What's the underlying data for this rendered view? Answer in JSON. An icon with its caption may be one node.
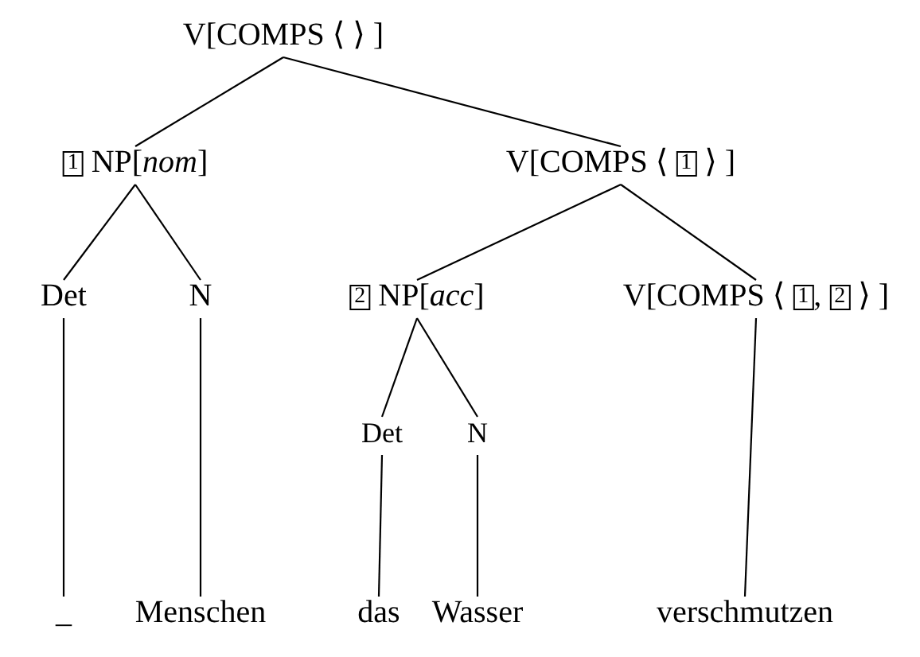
{
  "diagram": {
    "nodes": [
      {
        "text": [
          "V[COMPS ⟨ ⟩ ]"
        ]
      },
      {
        "text": [
          "1⃞ NP[*nom*]"
        ]
      },
      {
        "text": [
          "V[COMPS ⟨ 1⃞ ⟩ ]"
        ]
      },
      {
        "text": [
          "Det"
        ]
      },
      {
        "text": [
          "N"
        ]
      },
      {
        "text": [
          "2⃞ NP[*acc*]"
        ]
      },
      {
        "text": [
          "V[COMPS ⟨ 1⃞, 2⃞ ⟩ ]"
        ]
      },
      {
        "text": [
          "Det"
        ]
      },
      {
        "text": [
          "N"
        ]
      },
      {
        "text": [
          "_"
        ]
      },
      {
        "text": [
          "Menschen"
        ]
      },
      {
        "text": [
          "das"
        ]
      },
      {
        "text": [
          "Wasser"
        ]
      },
      {
        "text": [
          "verschmutzen"
        ]
      }
    ],
    "edges": [
      {
        "from": 0,
        "to": 1,
        "arrow": "none"
      },
      {
        "from": 0,
        "to": 2,
        "arrow": "none"
      },
      {
        "from": 1,
        "to": 3,
        "arrow": "none"
      },
      {
        "from": 1,
        "to": 4,
        "arrow": "none"
      },
      {
        "from": 2,
        "to": 5,
        "arrow": "none"
      },
      {
        "from": 2,
        "to": 6,
        "arrow": "none"
      },
      {
        "from": 3,
        "to": 9,
        "arrow": "none"
      },
      {
        "from": 4,
        "to": 10,
        "arrow": "none"
      },
      {
        "from": 5,
        "to": 7,
        "arrow": "none"
      },
      {
        "from": 5,
        "to": 8,
        "arrow": "none"
      },
      {
        "from": 7,
        "to": 11,
        "arrow": "none"
      },
      {
        "from": 8,
        "to": 12,
        "arrow": "none"
      },
      {
        "from": 6,
        "to": 13,
        "arrow": "none"
      }
    ]
  }
}
